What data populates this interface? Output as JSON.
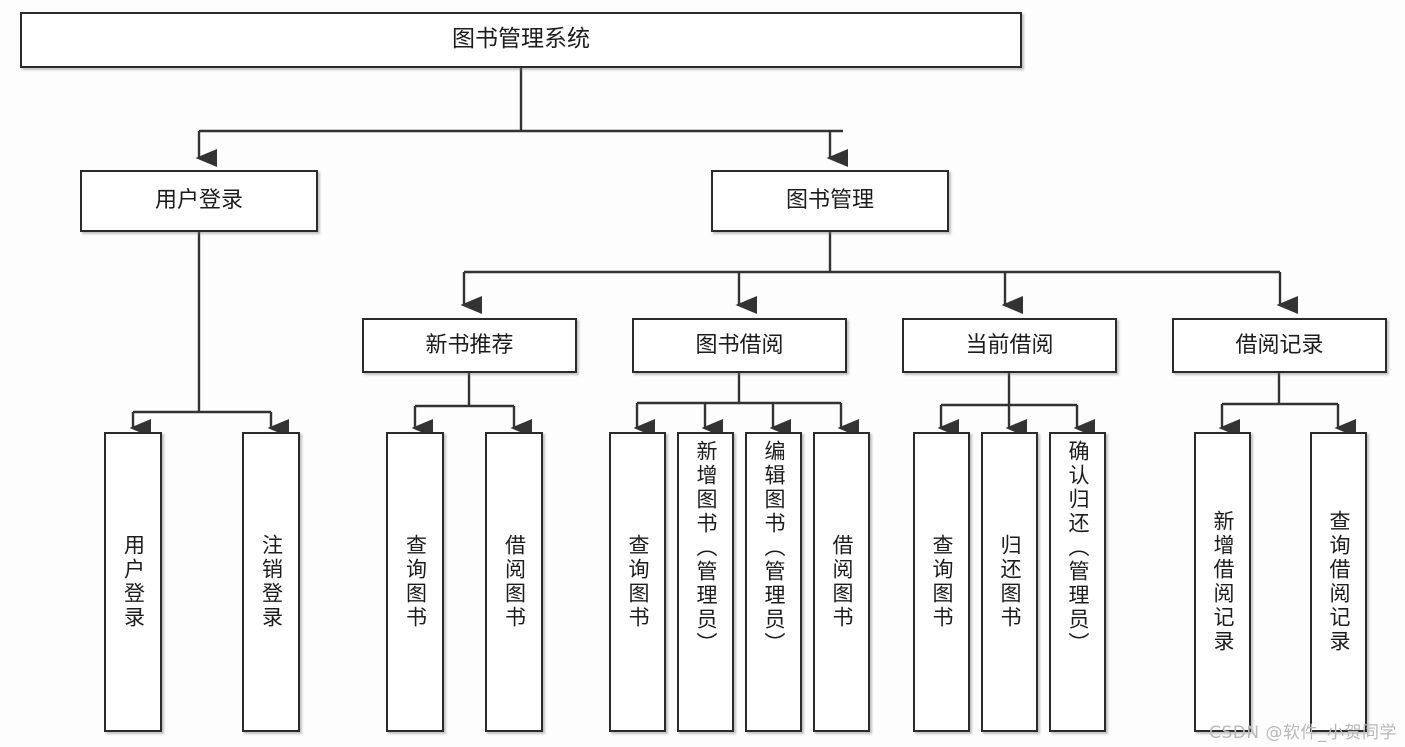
{
  "diagram": {
    "type": "tree",
    "title": "图书管理系统",
    "watermark": "CSDN @软件_小贺同学",
    "colors": {
      "background": "#fdfdfd",
      "box_fill": "#ffffff",
      "box_border": "#2b2b2b",
      "connector": "#333333",
      "text": "#1c1c1c",
      "watermark": "#b9b9b9"
    },
    "levels": {
      "root": {
        "label": "图书管理系统"
      },
      "level2": [
        {
          "label": "用户登录"
        },
        {
          "label": "图书管理"
        }
      ],
      "level3": [
        {
          "label": "新书推荐"
        },
        {
          "label": "图书借阅"
        },
        {
          "label": "当前借阅"
        },
        {
          "label": "借阅记录"
        }
      ],
      "leaves": {
        "user_login": [
          {
            "label": "用户登录"
          },
          {
            "label": "注销登录"
          }
        ],
        "new_book_recommend": [
          {
            "label": "查询图书"
          },
          {
            "label": "借阅图书"
          }
        ],
        "book_borrow": [
          {
            "label": "查询图书"
          },
          {
            "label": "新增图书（管理员）"
          },
          {
            "label": "编辑图书（管理员）"
          },
          {
            "label": "借阅图书"
          }
        ],
        "current_borrow": [
          {
            "label": "查询图书"
          },
          {
            "label": "归还图书"
          },
          {
            "label": "确认归还（管理员）"
          }
        ],
        "borrow_record": [
          {
            "label": "新增借阅记录"
          },
          {
            "label": "查询借阅记录"
          }
        ]
      }
    }
  }
}
